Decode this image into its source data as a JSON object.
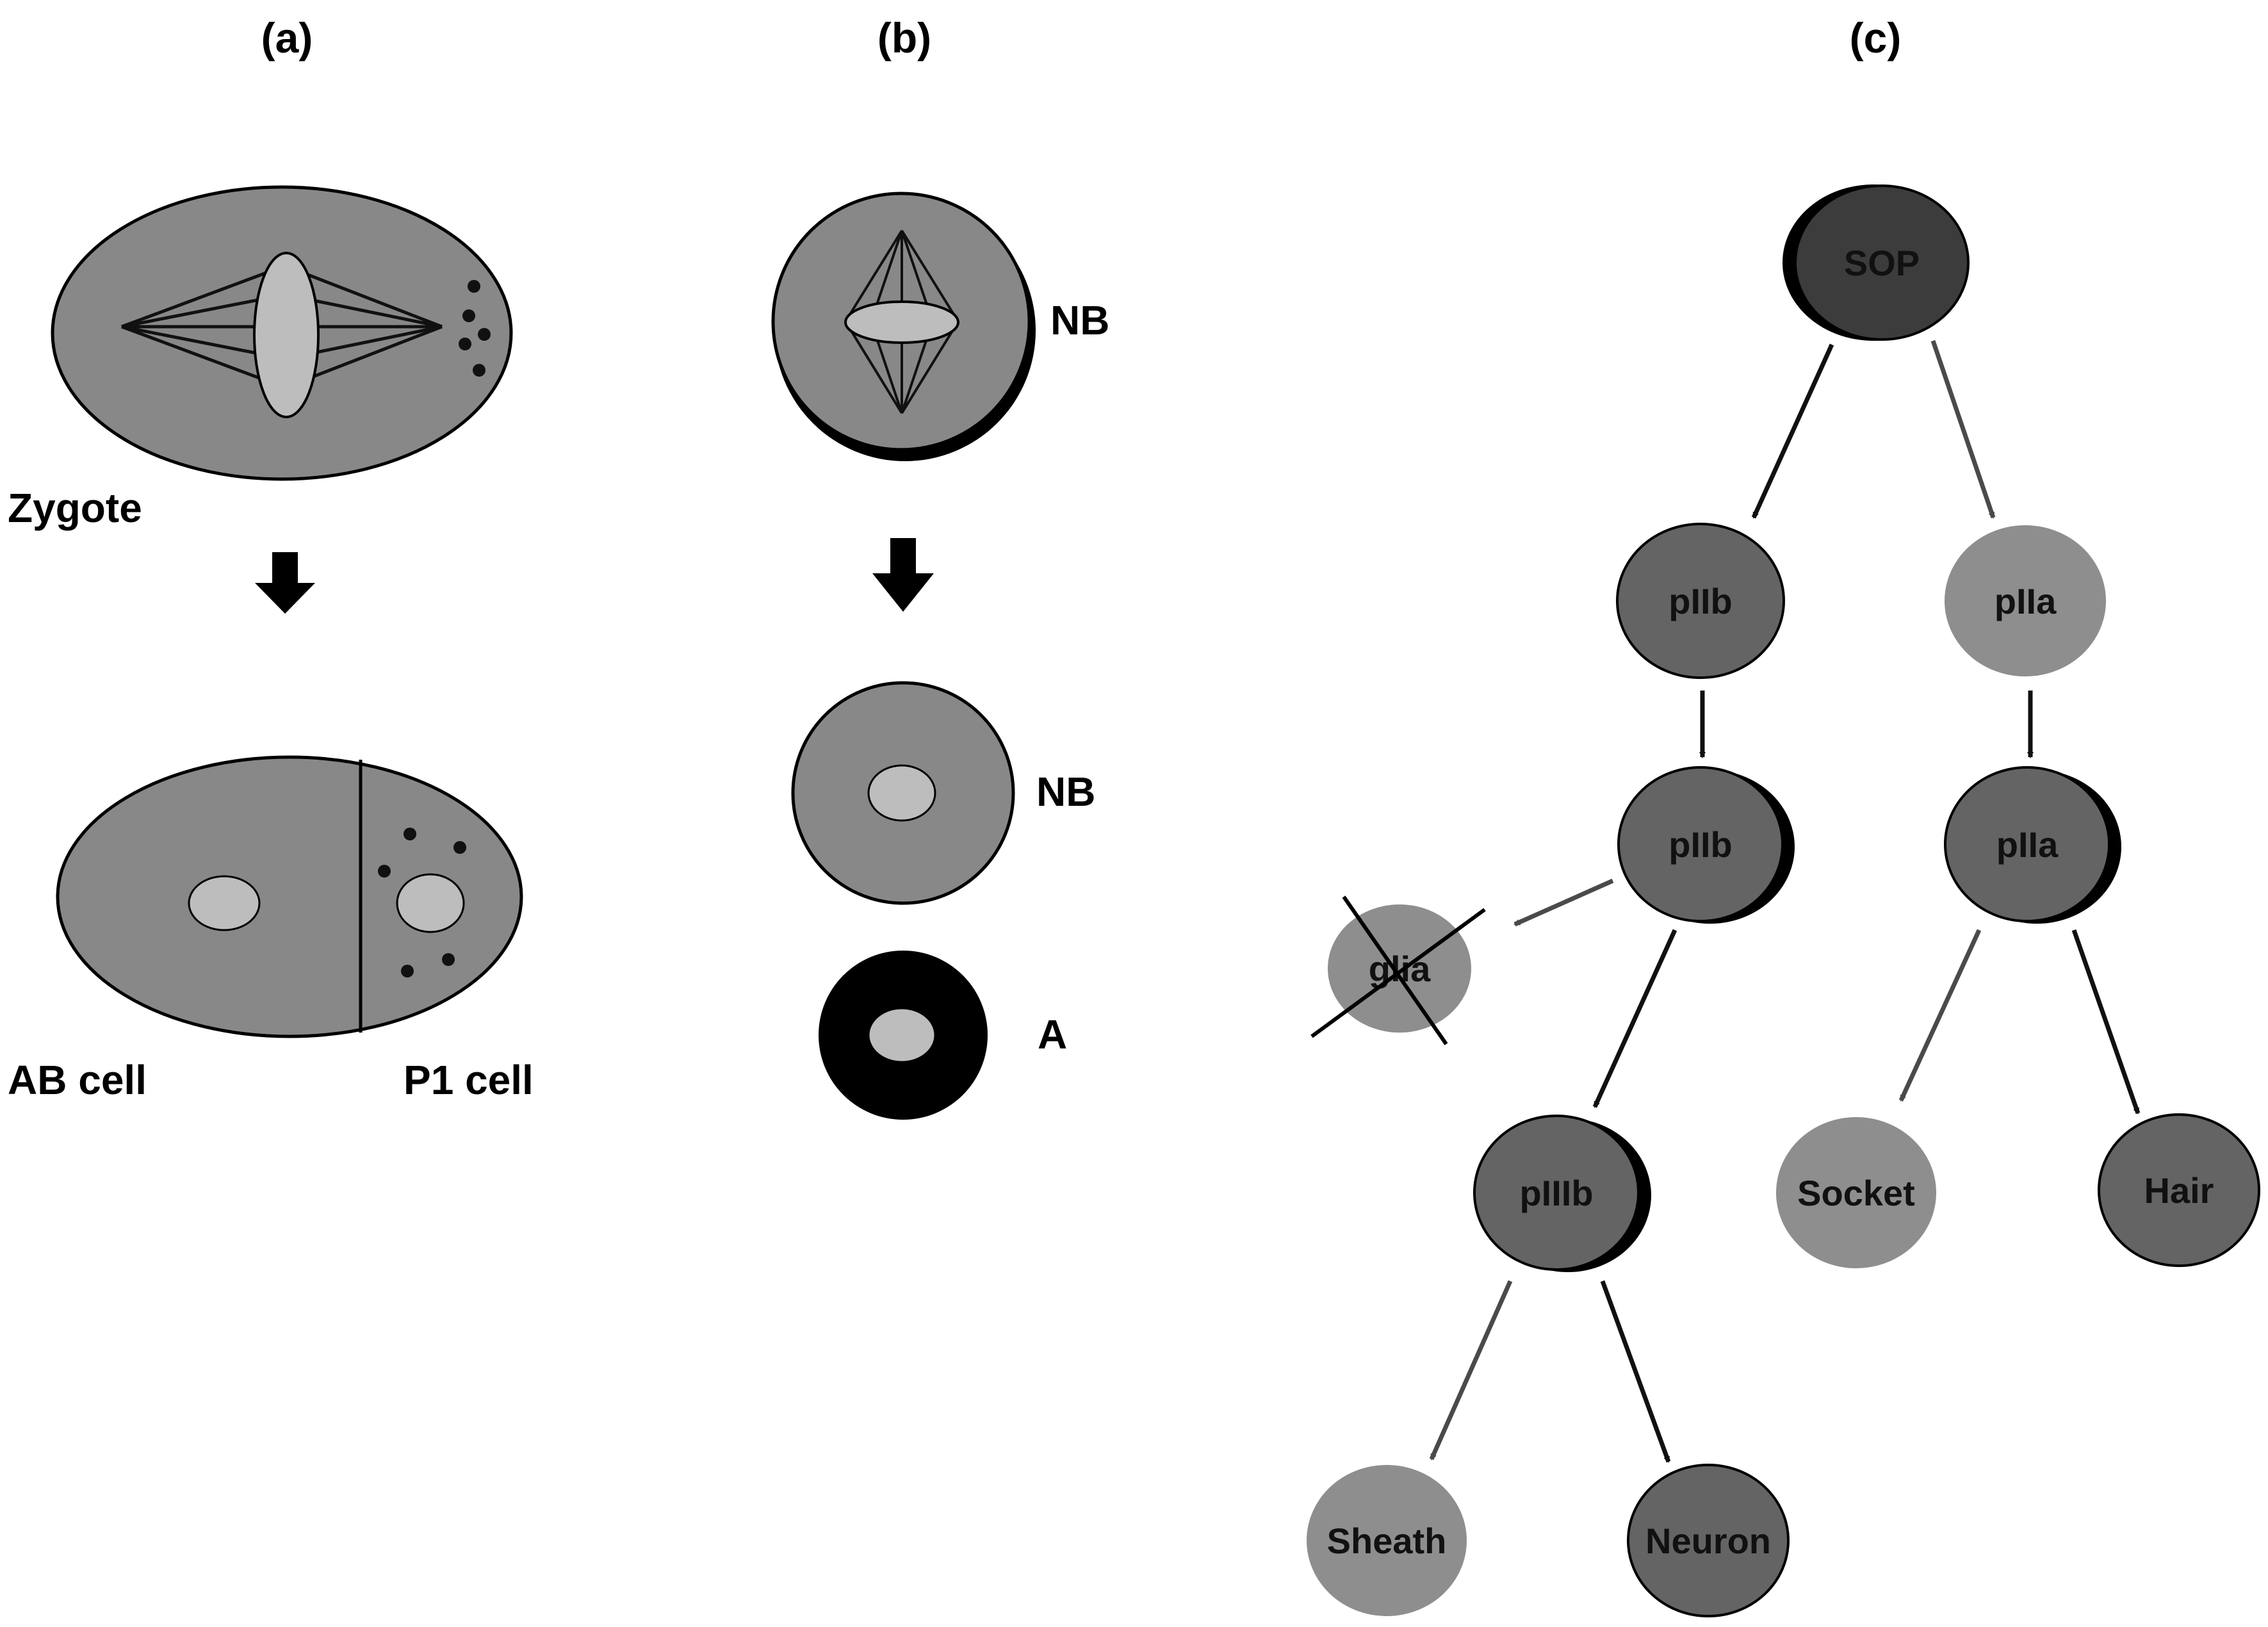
{
  "panels": {
    "a": {
      "label": "(a)",
      "zygote_label": "Zygote",
      "ab_cell_label": "AB cell",
      "p1_cell_label": "P1 cell"
    },
    "b": {
      "label": "(b)",
      "nb_top_label": "NB",
      "nb_bottom_label": "NB",
      "a_label": "A"
    },
    "c": {
      "label": "(c)",
      "cells": {
        "sop": "SOP",
        "piib_1": "pIIb",
        "piia_1": "pIIa",
        "piib_2": "pIIb",
        "piia_2": "pIIa",
        "glia": "glia",
        "piiib": "pIIIb",
        "socket": "Socket",
        "hair": "Hair",
        "sheath": "Sheath",
        "neuron": "Neuron"
      }
    }
  },
  "colors": {
    "cell_mid": "#888888",
    "cell_dark": "#646464",
    "cell_darkest": "#3c3c3c",
    "cell_light": "#8e8e8e",
    "nucleus": "#bdbdbd",
    "arrow_black": "#111111",
    "arrow_gray": "#4a4a4a",
    "crescent": "#000000"
  }
}
